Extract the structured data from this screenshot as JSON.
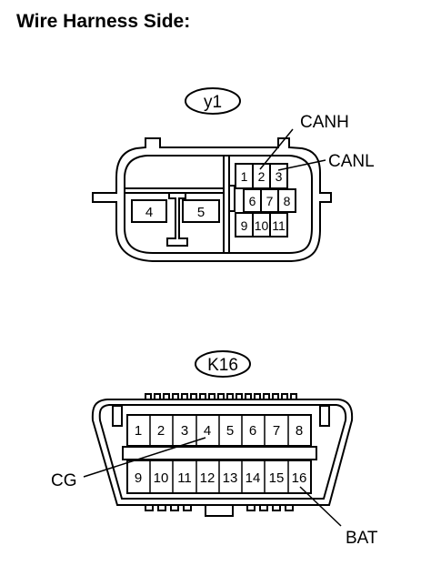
{
  "title": "Wire Harness Side:",
  "connectors": {
    "y1": {
      "name": "y1",
      "pins": [
        "1",
        "2",
        "3",
        "6",
        "7",
        "8",
        "9",
        "10",
        "11",
        "4",
        "5"
      ],
      "labels": {
        "canh": "CANH",
        "canl": "CANL"
      }
    },
    "k16": {
      "name": "K16",
      "top_pins": [
        "1",
        "2",
        "3",
        "4",
        "5",
        "6",
        "7",
        "8"
      ],
      "bottom_pins": [
        "9",
        "10",
        "11",
        "12",
        "13",
        "14",
        "15",
        "16"
      ],
      "labels": {
        "cg": "CG",
        "bat": "BAT"
      }
    }
  }
}
